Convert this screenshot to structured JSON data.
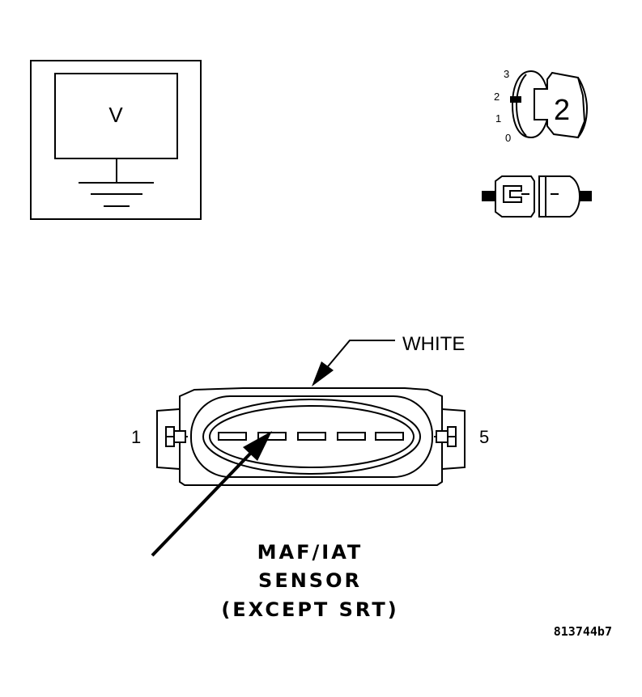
{
  "meter": {
    "symbol": "V"
  },
  "ignition": {
    "positions": [
      "3",
      "2",
      "1",
      "0"
    ],
    "key_label": "2"
  },
  "connector": {
    "color_label": "WHITE",
    "pin_first": "1",
    "pin_last": "5"
  },
  "caption": {
    "line1": "MAF/IAT",
    "line2": "SENSOR",
    "line3": "(EXCEPT SRT)"
  },
  "figure_id": "813744b7"
}
